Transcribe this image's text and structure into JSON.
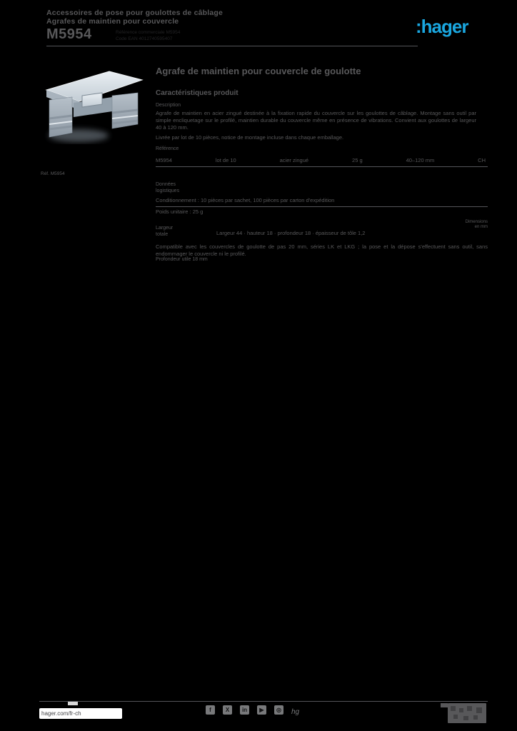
{
  "theme": {
    "background": "#000000",
    "text_gray": "#58585a",
    "text_dark": "#232325",
    "accent_cyan": "#1aa7e0",
    "rule_gray": "#54555a",
    "chip_gray": "#78797b",
    "white": "#ffffff"
  },
  "header": {
    "title_line1": "Accessoires de pose pour goulottes de câblage",
    "title_line2": "Agrafes de maintien pour couvercle",
    "reference": "M5954",
    "meta_line1": "Référence commerciale M5954",
    "meta_line2": "Code EAN 4012740595407",
    "logo_text": ":hager"
  },
  "product_image": {
    "caption": "Réf. M5954"
  },
  "content": {
    "title": "Agrafe de maintien pour couvercle de goulotte",
    "section_heading": "Caractéristiques produit",
    "description_label": "Description",
    "description": "Agrafe de maintien en acier zingué destinée à la fixation rapide du couvercle sur les goulottes de câblage. Montage sans outil par simple encliquetage sur le profilé, maintien durable du couvercle même en présence de vibrations. Convient aux goulottes de largeur 40 à 120 mm.",
    "note": "Livrée par lot de 10 pièces, notice de montage incluse dans chaque emballage.",
    "reference_label": "Référence",
    "values": [
      "M5954",
      "lot de 10",
      "acier zingué",
      "25 g",
      "40–120 mm",
      "CH"
    ],
    "logistics_label_1": "Données",
    "logistics_label_2": "logistiques",
    "logistics_row_1": "Conditionnement : 10 pièces par sachet, 100 pièces par carton d'expédition",
    "logistics_row_2": "Poids unitaire : 25 g",
    "units_note_1": "Dimensions",
    "units_note_2": "en mm",
    "dim_label_1": "Largeur",
    "dim_label_2": "totale",
    "dim_row_1": "Largeur 44 · hauteur 18 · profondeur 18 · épaisseur de tôle 1,2",
    "dim_row_2": "Compatible avec les couvercles de goulotte de pas 20 mm, séries LK et LKG ; la pose et la dépose s'effectuent sans outil, sans endommager le couvercle ni le profilé.",
    "dim_row_3": "Profondeur utile 18 mm"
  },
  "footer": {
    "website": "hager.com/fr-ch",
    "icons": [
      {
        "name": "facebook",
        "glyph": "f"
      },
      {
        "name": "x-twitter",
        "glyph": "X"
      },
      {
        "name": "linkedin",
        "glyph": "in"
      },
      {
        "name": "youtube",
        "glyph": "▶"
      },
      {
        "name": "instagram",
        "glyph": "◎"
      }
    ],
    "mark": "hg"
  }
}
